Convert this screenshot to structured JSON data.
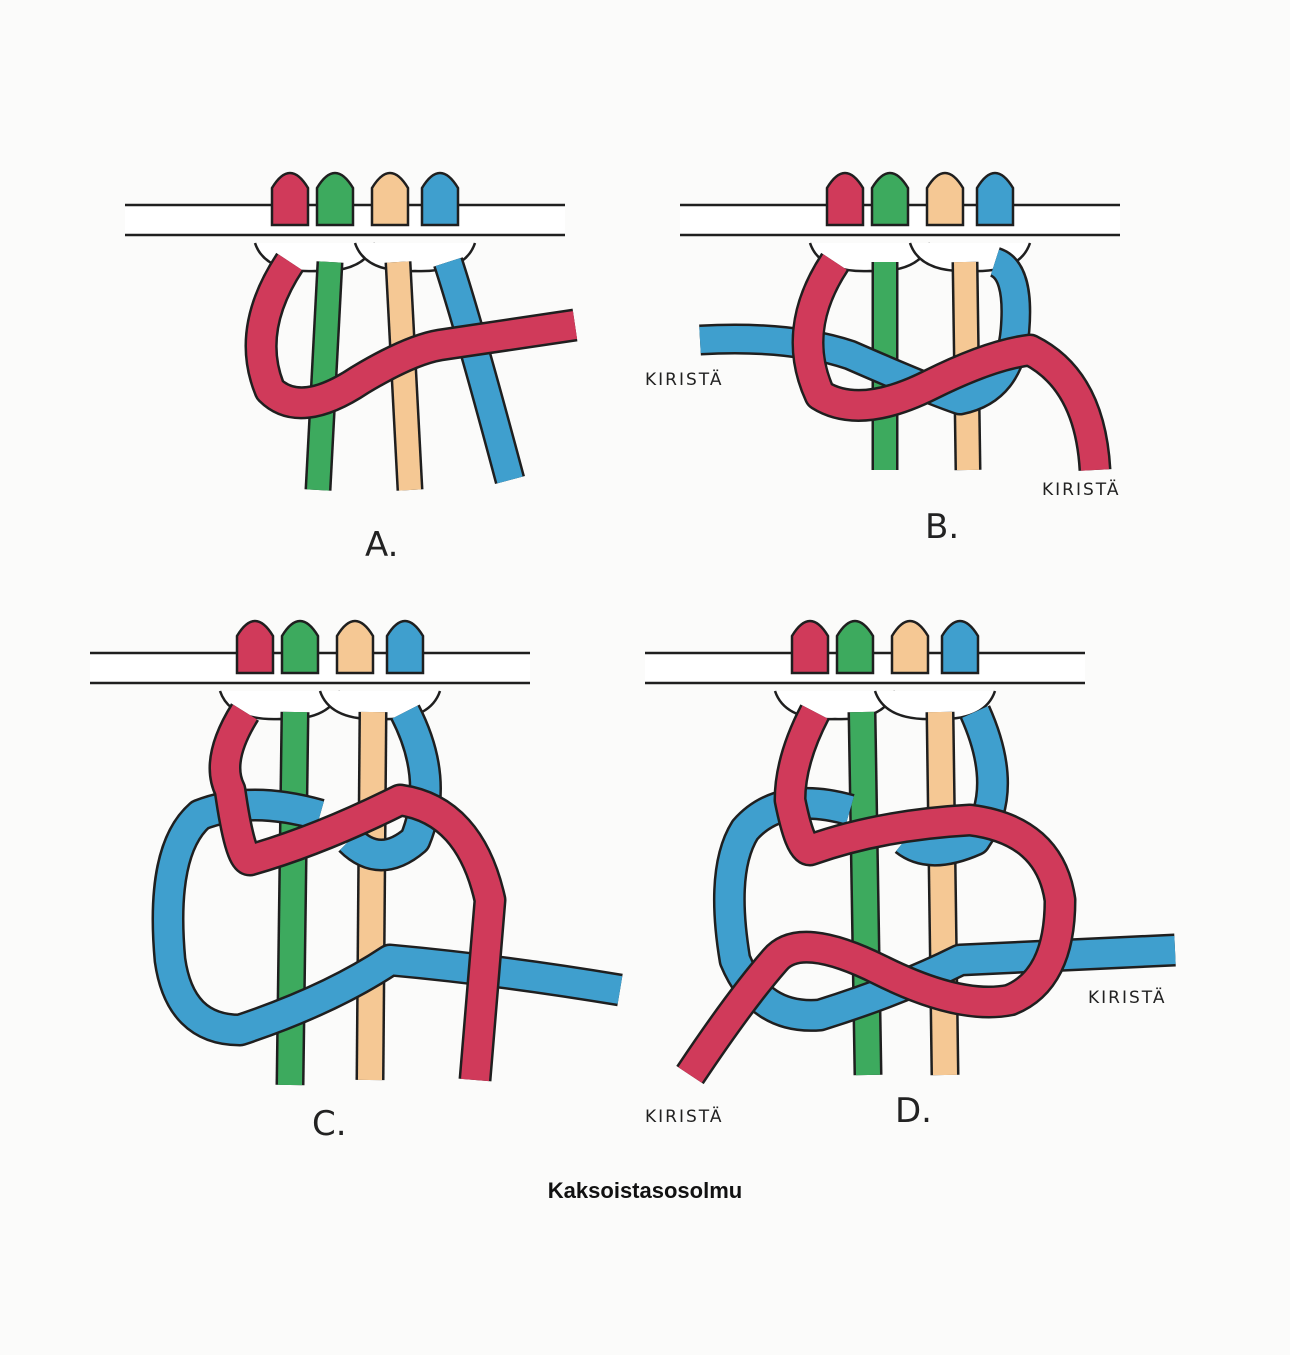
{
  "title": "Kaksoistasosolmu",
  "colors": {
    "paper": "#fbfbfa",
    "outline": "#1f1f1f",
    "cord_red": "#d03a5a",
    "cord_green": "#3daa5e",
    "cord_peach": "#f5c894",
    "cord_blue": "#3f9fce",
    "holding_cord": "#ffffff"
  },
  "panels": [
    {
      "id": "A",
      "label": "A.",
      "pull_labels": []
    },
    {
      "id": "B",
      "label": "B.",
      "pull_labels": [
        "KIRISTÄ",
        "KIRISTÄ"
      ]
    },
    {
      "id": "C",
      "label": "C.",
      "pull_labels": []
    },
    {
      "id": "D",
      "label": "D.",
      "pull_labels": [
        "KIRISTÄ",
        "KIRISTÄ"
      ]
    }
  ]
}
